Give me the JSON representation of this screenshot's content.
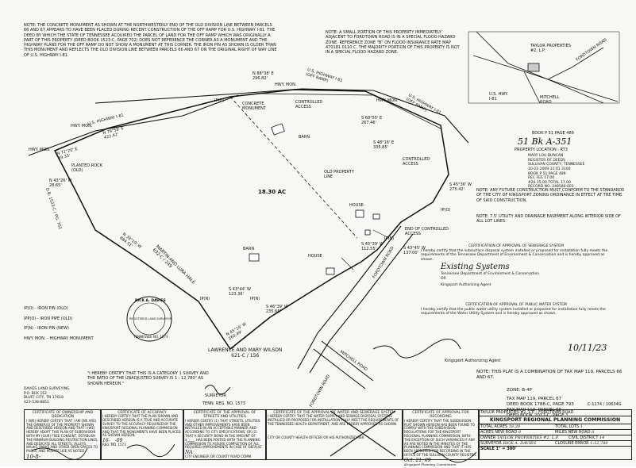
{
  "notes": {
    "top_note": "NOTE: THE CONCRETE MONUMENT AS SHOWN AT THE NORTHWESTERLY END OF THE OLD DIVISION LINE BETWEEN PARCELS 66 AND 67 APPEARS TO HAVE BEEN PLACED DURING RECENT CONSTRUCTION OF THE OFF RAMP FOR U.S. HIGHWAY I-81. THE DEED BY WHICH THE STATE OF TENNESSEE ACQUIRED THE PARCEL OF LAND FOR THE OFF RAMP WHICH WAS ORIGINALLY A PART OF THIS PROPERTY (DEED BOOK 1523-C, PAGE 702) DOES NOT REFERENCE THE CORNER AS A MONUMENT AND THE HIGHWAY PLANS FOR THE OFF RAMP DO NOT SHOW A MONUMENT AT THIS CORNER. THE IRON PIN AS SHOWN IS OLDER THAN THIS MONUMENT AND REFLECTS THE OLD DIVISION LINE BETWEEN PARCELS 66 AND 67 ON THE ORIGINAL RIGHT OF WAY LINE OF U.S. HIGHWAY I-81.",
    "flood_note": "NOTE: A SMALL PORTION OF THIS PROPERTY IMMEDIATELY ADJACENT TO FORDTOWN ROAD IS IN A SPECIAL FLOOD HAZARD ZONE. REFERENCE ZONE \"B\" ON FLOOD INSURANCE RATE MAP 470181 0110 C. THE MAJORITY PORTION OF THIS PROPERTY IS NOT IN A SPECIAL FLOOD HAZARD ZONE.",
    "construction_note": "NOTE: ANY FUTURE CONSTRUCTION MUST CONFORM TO THE STANDARDS OF THE CITY OF KINGSPORT ZONING ORDINANCE IN EFFECT AT THE TIME OF SAID CONSTRUCTION.",
    "easement_note": "NOTE: 7.5' UTILITY AND DRAINAGE EASEMENT ALONG INTERIOR SIDE OF ALL LOT LINES.",
    "combination_note": "NOTE: THIS PLAT IS A COMBINATION OF TAX MAP 119, PARCELS 66 AND 67.",
    "zone": "ZONE: B-4P",
    "tax_map_67": "TAX MAP 119, PARCEL 67\nDEED BOOK 1788-C, PAGE 793",
    "tax_map_66": "TAX MAP 119, PARCEL 66\nDEED BOOK 2017-C, PAGE 1",
    "category_cert": "\"I HEREBY CERTIFY THAT THIS IS A CATEGORY 1 SURVEY AND THE RATIO OF THE UNADJUSTED SURVEY IS 1 : 12,780\" AS SHOWN HEREON.\"",
    "surveyor_sig_label": "SURVEYOR",
    "surveyor_reg": "TENN. REG. NO. 1573"
  },
  "legend": {
    "items": [
      "IP(O) - IRON PIN (OLD)",
      "IPP(O) - IRON PIPE (OLD)",
      "IP(N) - IRON PIN (NEW)",
      "HWY. MON. - HIGHWAY MONUMENT"
    ]
  },
  "plat_labels": {
    "us_hwy_left": "U.S. HIGHWAY I-81",
    "us_hwy_offramp_top": "U.S. HIGHWAY I-81\n(OFF RAMP)",
    "us_hwy_offramp_right": "U.S. HIGHWAY I-81\n(OFF RAMP)",
    "bearing1": "N 88°38' E\n296.82'",
    "bearing2": "S 68°55' E\n267.46'",
    "bearing3": "S 48°16' E\n335.85'",
    "bearing4": "S 45°36' W\n275.42'",
    "bearing5": "S 45°39' W\n112.55'",
    "bearing6": "S 43°45' W\n137.00'",
    "bearing7": "S 46°39' W\n235.66'",
    "bearing8": "S 43°44' W\n123.36'",
    "bearing9": "N 79°58' E\n422.42'",
    "bearing10": "N 72°20' E\n39.33'",
    "bearing11": "N 43°26' W\n28.65'",
    "bearing12": "N 39°19' W\n884.51'",
    "bearing13": "N 45°19' W\n260.49'",
    "concrete_monument": "CONCRETE\nMONUMENT",
    "controlled_access1": "CONTROLLED\nACCESS",
    "controlled_access2": "CONTROLLED\nACCESS",
    "hwy_mon1": "HWY. MON.",
    "hwy_mon2": "HWY. MON.",
    "hwy_mon3": "HWY. MON.",
    "hwy_mon4": "HWY. MON.",
    "ip_o1": "IP(O)",
    "ip_o2": "IP(O)",
    "ip_n1": "IP(N)",
    "ip_n2": "IP(N)",
    "ip_n3": "IP(N)",
    "planted_rock": "PLANTED ROCK\n(OLD)",
    "barn1": "BARN",
    "barn2": "BARN",
    "house1": "HOUSE",
    "house2": "HOUSE",
    "acreage": "18.30 Ac",
    "old_property_line": "OLD PROPERTY\nLINE",
    "end_controlled_access": "END OF CONTROLLED\nACCESS",
    "fordtown_road1": "FORDTOWN ROAD",
    "fordtown_road2": "FORDTOWN ROAD",
    "mitchell_road": "MITCHELL ROAD",
    "martin_hale": "MARTIN AND LURA HALE\n632-C / 249",
    "wilson": "LAWRENCE AND MARY WILSON\n621-C / 156",
    "db_left": "D.B. 1523-C / PG. 702"
  },
  "vicinity": {
    "taylor": "TAYLOR PROPERTIES\n#2, L.P.",
    "fordtown_road": "FORDTOWN ROAD",
    "us_hwy": "U.S. HWY.\nI-81",
    "mitchell_road": "MITCHELL\nROAD"
  },
  "register": {
    "book_page": "BOOK  P 51    PAGE   489",
    "handwritten": "51 Bk A-351",
    "property_location": "PROPERTY LOCATION : RT3",
    "stamp": "MARY LOU DUNCAN\nREGISTER OF DEEDS\nSULLIVAN COUNTY, TENNESSEE\n10-21-2009  11:01  3100\nBOOK  P 51      PAGE  489\nREC          FEE   17.00\n#26  15.00  TOTAL 17.00\nRECORD NO. 248580-001"
  },
  "sewerage": {
    "title": "CERTIFICATION OF APPROVAL OF SEWERAGE SYSTEM",
    "body": "I hereby certify that the subsurface disposal system installed or proposed for installation fully meets the requirements of the Tennessee Department of Environment & Conservation and is hereby approved as shown.",
    "existing": "Existing Systems",
    "dept": "Tennessee Department of Environment & Conservation",
    "or": "OR",
    "agent": "Kingsport Authorizing Agent"
  },
  "water": {
    "title": "CERTIFICATION OF APPROVAL OF PUBLIC WATER SYSTEM",
    "body": "I hereby certify that the public water utility system installed or proposed for installation fully meets the requirements of the Water Utility System and is hereby approved as shown.",
    "date": "10/11/23",
    "agent": "Kingsport Authorizing Agent"
  },
  "seal": {
    "name": "RICK A. DAVIES",
    "line": "REGISTERED LAND SURVEYOR",
    "state": "TENNESSEE No. 1573"
  },
  "company": {
    "text": "DAVIES LAND SURVEYING\nP.O. BOX 152\nBLUFF CITY, TN 37618\n423-538-8851"
  },
  "bottom_certs": [
    {
      "title": "CERTIFICATE OF OWNERSHIP AND DEDICATION",
      "body": "I (WE) HEREBY CERTIFY THAT I AM (WE ARE) THE OWNER(S) OF THE PROPERTY SHOWN AND DESCRIBED HEREON AND THAT I (WE) HEREBY ADOPT THIS PLAN OF SUBDIVISION WITH MY (OUR) FREE CONSENT, ESTABLISH THE MINIMUM BUILDING RESTRICTION LINES, AND DEDICATE ALL STREETS, ALLEYS, WALKS, PARKS AND OTHER OPEN SPACES TO PUBLIC AND PRIVATE USE AS NOTED.",
      "date": "10-8-"
    },
    {
      "title": "CERTIFICATE OF ACCURACY",
      "body": "I HEREBY CERTIFY THAT THE PLAN SHOWN AND DESCRIBED HEREON IS A TRUE AND ACCURATE SURVEY TO THE ACCURACY REQUIRED BY THE KINGSPORT REGIONAL PLANNING COMMISSION AND THAT THE MONUMENTS HAVE BEEN PLACED AS SHOWN HEREON.",
      "date": "16-__-09",
      "reg": "REG. NO. 1573"
    },
    {
      "title": "CERTIFICATE OF THE APPROVAL OF STREETS AND UTILITIES",
      "body": "I HEREBY CERTIFY (1) THAT STREETS, UTILITIES AND OTHER IMPROVEMENTS HAVE BEEN INSTALLED IN AN ACCEPTABLE MANNER AND ACCORDING TO CITY SPECIFICATIONS, OR (2) THAT A SECURITY BOND IN THE AMOUNT OF $_____ HAS BEEN POSTED WITH THE PLANNING COMMISSION TO ASSURE COMPLETION OF ALL REQUIRED IMPROVEMENTS IN CASE OF DEFAULT.",
      "date": "NA",
      "footer": "CITY ENGINEER OR COUNTY ROAD COMM."
    },
    {
      "title": "CERTIFICATE OF THE APPROVAL OF WATER AND SEWERAGE SYSTEM",
      "body": "I HEREBY CERTIFY THAT THE WATER SUPPLY AND SEWAGE DISPOSAL SYSTEMS INSTALLED OR PROPOSED FOR INSTALLATION FULLY MEET THE REQUIREMENTS OF THE TENNESSEE HEALTH DEPARTMENT, AND ARE HEREBY APPROVED AS SHOWN.",
      "footer": "CITY OR COUNTY HEALTH OFFICER OR HIS AUTHORIZED REP."
    },
    {
      "title": "CERTIFICATE OF APPROVAL FOR RECORDING",
      "body": "I HEREBY CERTIFY THAT THE SUBDIVISION PLAT SHOWN HEREON HAS BEEN FOUND TO COMPLY WITH THE SUBDIVISION REGULATIONS FOR THE KINGSPORT REGIONAL PLANNING COMMISSION, WITH THE EXCEPTION OF SUCH VARIANCES IF ANY AS ARE NOTED IN THE MINUTES OF THE PLANNING COMMISSION AND THAT IT HAS BEEN APPROVED FOR RECORDING IN THE OFFICE OF THE SULLIVAN COUNTY REGISTER.",
      "date": "Oct. 21, 09",
      "footer": "Kingsport Planning Commission"
    }
  ],
  "title_block": {
    "project": "TAYLOR PROPERTIES #2, L.P. - FORDTOWN ROAD",
    "commission": "KINGSPORT REGIONAL PLANNING COMMISSION",
    "total_acres_label": "TOTAL ACRES",
    "total_acres": "18.30",
    "total_lots_label": "TOTAL LOTS",
    "total_lots": "1",
    "acres_new_road_label": "ACRES NEW ROAD",
    "acres_new_road": "0",
    "miles_new_road_label": "MILES NEW ROAD",
    "miles_new_road": "0",
    "owner_label": "OWNER",
    "owner": "TAYLOR PROPERTIES #2, L.P.",
    "civil_district_label": "CIVIL DISTRICT",
    "civil_district": "14",
    "surveyor_label": "SURVEYOR",
    "surveyor": "RICK A. DAVIES",
    "closure_label": "CLOSURE ERROR",
    "closure": "1:12,780",
    "scale_label": "SCALE 1\" = ",
    "scale": "300'",
    "file_no": "C-1174 / 10634G"
  }
}
